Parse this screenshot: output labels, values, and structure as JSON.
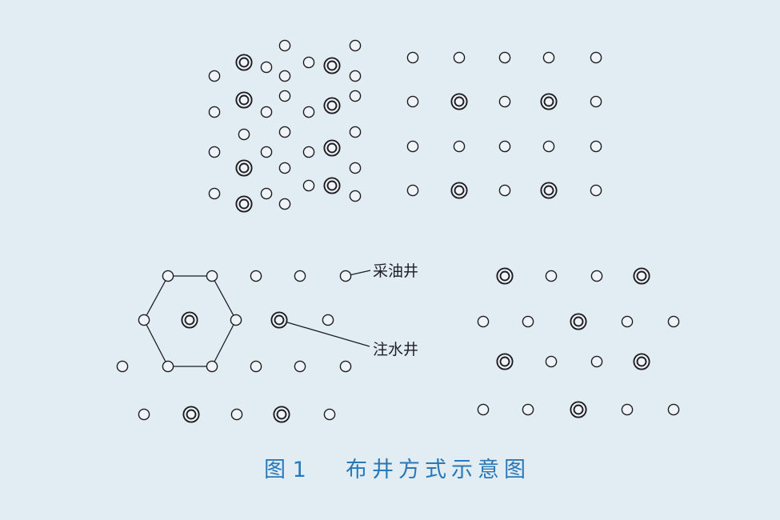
{
  "legend": {
    "production_well": "采油井",
    "injection_well": "注水井"
  },
  "caption": {
    "number": "图 1",
    "title": "布井方式示意图"
  },
  "colors": {
    "background": "#e2ecf3",
    "caption": "#2a78b6",
    "well_stroke": "#1d1d22",
    "well_fill": "#eef4f8"
  }
}
